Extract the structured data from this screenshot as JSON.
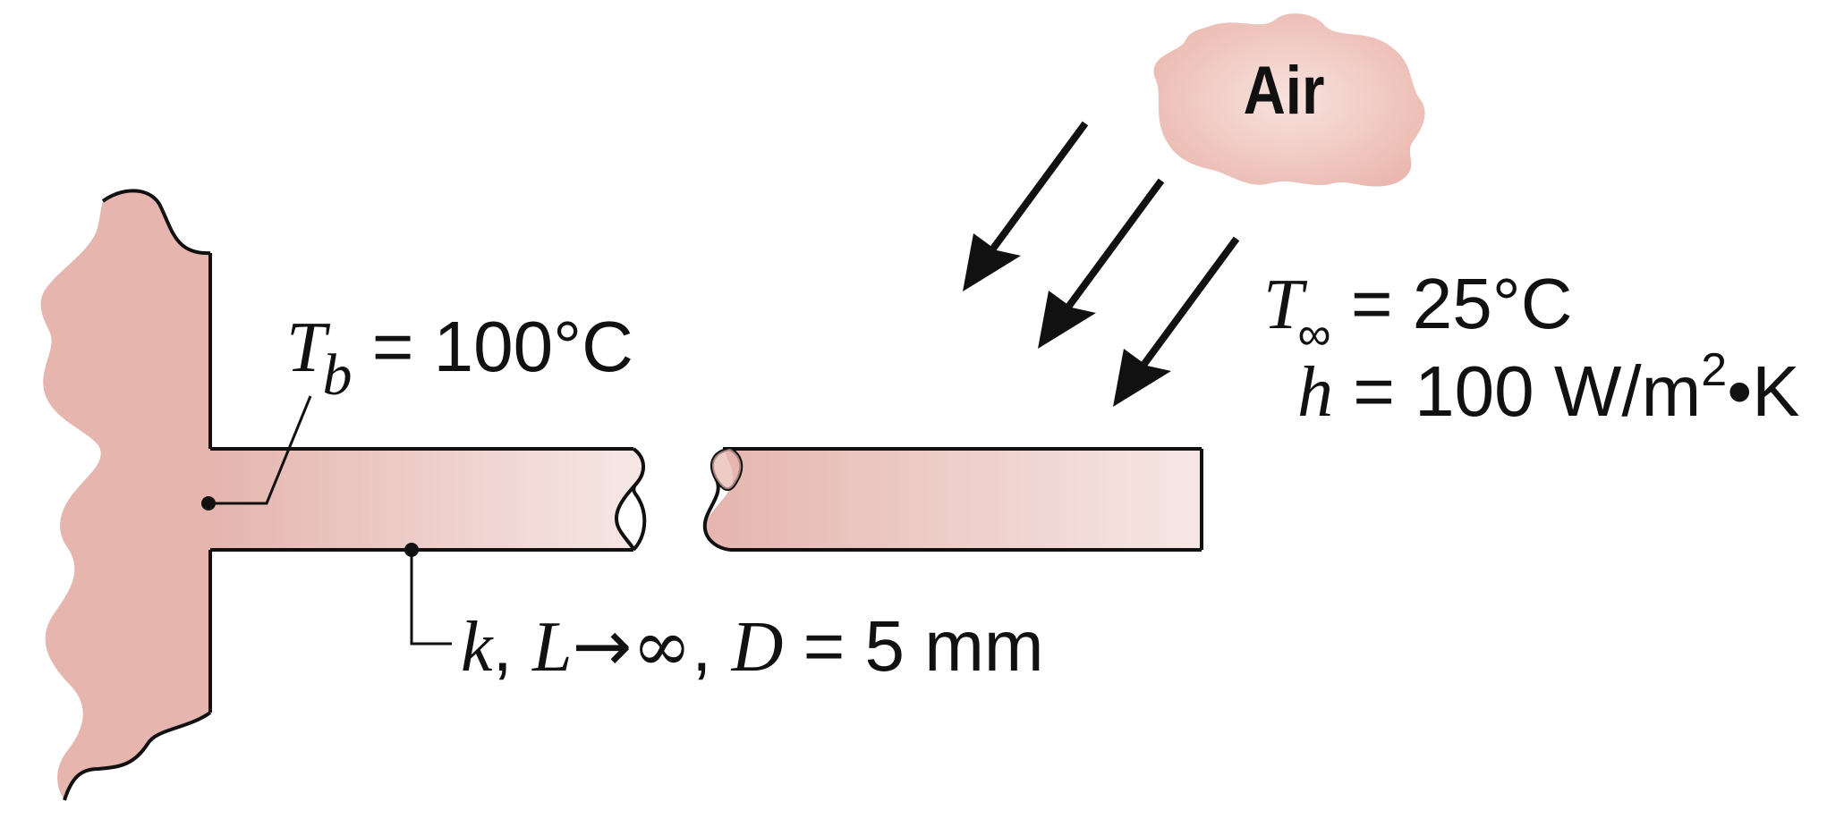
{
  "colors": {
    "wall_fill": "#e5b5ae",
    "fin_fill_start": "#e5b5ae",
    "fin_fill_end": "#f6e7e5",
    "cloud_fill": "#efc4bd",
    "stroke": "#111111"
  },
  "air": {
    "label": "Air"
  },
  "base_temperature": {
    "symbol": "T",
    "subscript": "b",
    "value": "= 100°C"
  },
  "ambient_temperature": {
    "symbol": "T",
    "subscript": "∞",
    "value": "= 25°C"
  },
  "heat_transfer_coefficient": {
    "symbol": "h",
    "value": "= 100 W/m",
    "exponent": "2",
    "unit_tail": "•K"
  },
  "fin_properties": {
    "k": "k",
    "sep1": ", ",
    "L": "L",
    "arrow": "→",
    "infinity": "∞",
    "sep2": ", ",
    "D": "D",
    "value": " = 5 mm"
  },
  "icons": {
    "air_flow": "arrow-down-left-icon",
    "cloud": "cloud-icon"
  }
}
